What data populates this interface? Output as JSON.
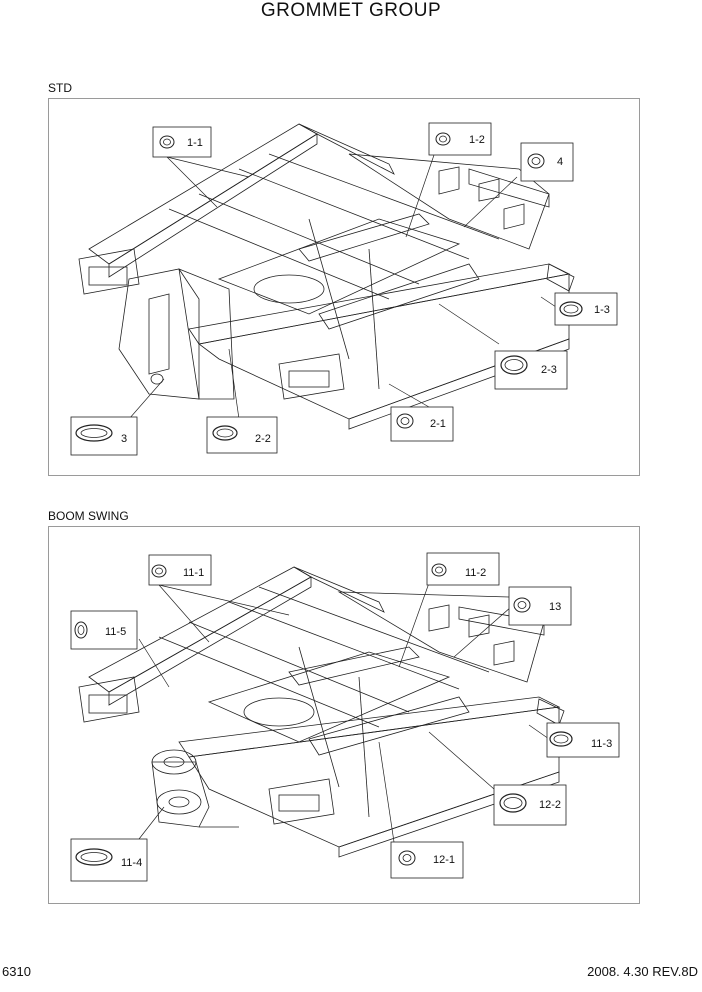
{
  "title": "GROMMET GROUP",
  "sections": [
    {
      "label": "STD",
      "callouts": [
        "1-1",
        "1-2",
        "4",
        "1-3",
        "2-3",
        "2-1",
        "2-2",
        "3"
      ]
    },
    {
      "label": "BOOM SWING",
      "callouts": [
        "11-1",
        "11-2",
        "13",
        "11-5",
        "11-3",
        "12-2",
        "12-1",
        "11-4"
      ]
    }
  ],
  "footer": {
    "page_number": "6310",
    "revision": "2008. 4.30  REV.8D"
  }
}
